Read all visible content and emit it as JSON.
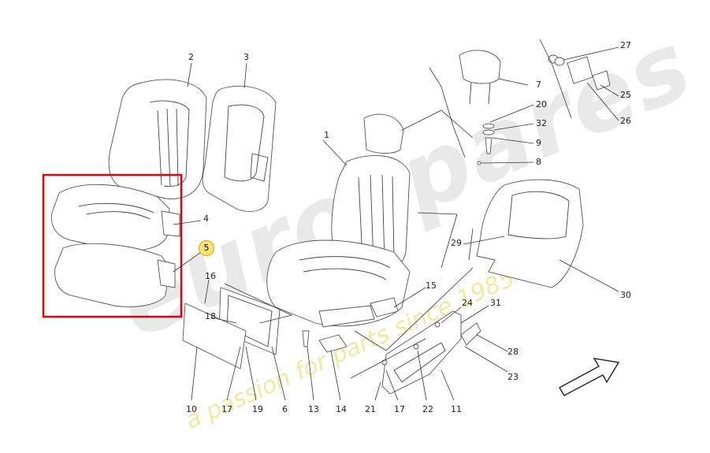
{
  "diagram": {
    "callouts": [
      {
        "id": "c1",
        "text": "1"
      },
      {
        "id": "c2",
        "text": "2"
      },
      {
        "id": "c3",
        "text": "3"
      },
      {
        "id": "c4",
        "text": "4"
      },
      {
        "id": "c5",
        "text": "5"
      },
      {
        "id": "c6",
        "text": "6"
      },
      {
        "id": "c7",
        "text": "7"
      },
      {
        "id": "c8",
        "text": "8"
      },
      {
        "id": "c9",
        "text": "9"
      },
      {
        "id": "c10",
        "text": "10"
      },
      {
        "id": "c11",
        "text": "11"
      },
      {
        "id": "c13",
        "text": "13"
      },
      {
        "id": "c14",
        "text": "14"
      },
      {
        "id": "c15",
        "text": "15"
      },
      {
        "id": "c16",
        "text": "16"
      },
      {
        "id": "c17a",
        "text": "17"
      },
      {
        "id": "c17b",
        "text": "17"
      },
      {
        "id": "c18",
        "text": "18"
      },
      {
        "id": "c19",
        "text": "19"
      },
      {
        "id": "c20",
        "text": "20"
      },
      {
        "id": "c21",
        "text": "21"
      },
      {
        "id": "c22",
        "text": "22"
      },
      {
        "id": "c23",
        "text": "23"
      },
      {
        "id": "c24",
        "text": "24"
      },
      {
        "id": "c25",
        "text": "25"
      },
      {
        "id": "c26",
        "text": "26"
      },
      {
        "id": "c27",
        "text": "27"
      },
      {
        "id": "c28",
        "text": "28"
      },
      {
        "id": "c29",
        "text": "29"
      },
      {
        "id": "c30",
        "text": "30"
      },
      {
        "id": "c31",
        "text": "31"
      },
      {
        "id": "c32",
        "text": "32"
      }
    ],
    "highlight_color": "#e0000f",
    "highlighted_part": "5"
  },
  "watermark": {
    "brand": "eurospares",
    "tagline": "a passion for parts since 1985"
  }
}
